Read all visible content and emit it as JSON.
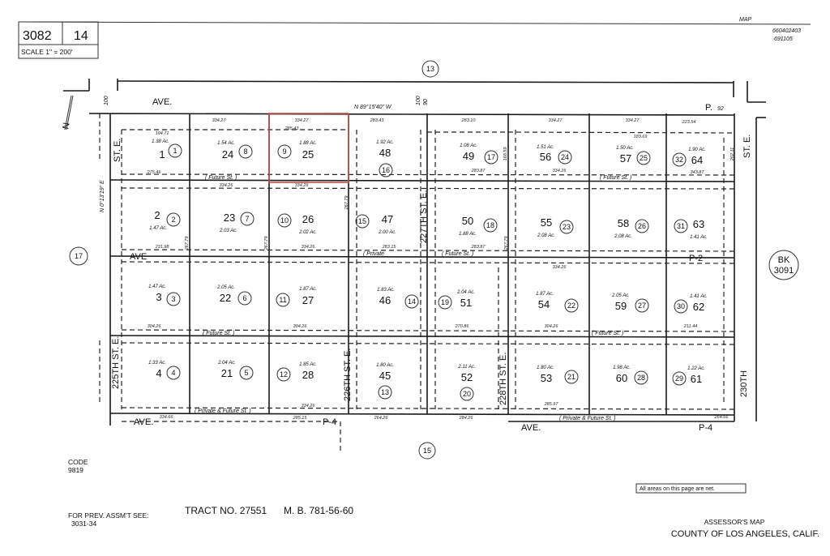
{
  "header": {
    "map_book": "3082",
    "page": "14",
    "scale": "SCALE 1\" = 200'",
    "stamp_top": "MAP",
    "stamp_line1": "660402403",
    "stamp_line2": "691105"
  },
  "adjacent_pages": {
    "north": "13",
    "west": "17",
    "south": "15",
    "east_book": "BK",
    "east_book_num": "3091"
  },
  "streets": {
    "top_ave": "AVE.",
    "bearing_top": "N 89°15'40\" W",
    "p_top": "P.",
    "p_top_width": "92",
    "st_e_left": "ST. E.",
    "st_e_right": "ST. E.",
    "st_227": "227TH ST. E.",
    "ave_mid": "AVE",
    "p2": "P-2",
    "st_225": "225TH ST. E.",
    "st_226": "226TH ST. E.",
    "st_228": "228TH ST. E.",
    "st_230": "230TH",
    "ave_bottom_left": "AVE.",
    "p4_left": "P-4",
    "ave_bottom_mid": "AVE.",
    "p4_right": "P-4",
    "bearing_left": "N 0°13'19\" E",
    "width_100": "100",
    "width_90": "90"
  },
  "annotations": {
    "future_st": "( Future  St. )",
    "private_future": "( Private  &  Future St. )",
    "private": "( Private",
    "future": "( Future St. )"
  },
  "parcels": [
    {
      "lot": "1",
      "parcel": "1",
      "acres": "1.38 Ac."
    },
    {
      "lot": "24",
      "parcel": "8",
      "acres": "1.54 Ac."
    },
    {
      "lot": "25",
      "parcel": "9",
      "acres": "1.88 Ac."
    },
    {
      "lot": "48",
      "parcel": "16",
      "acres": "1.92 Ac."
    },
    {
      "lot": "49",
      "parcel": "17",
      "acres": "1.08 Ac."
    },
    {
      "lot": "56",
      "parcel": "24",
      "acres": "1.51 Ac."
    },
    {
      "lot": "57",
      "parcel": "25",
      "acres": "1.50 Ac."
    },
    {
      "lot": "64",
      "parcel": "32",
      "acres": "1.90 Ac."
    },
    {
      "lot": "2",
      "parcel": "2",
      "acres": "1.47 Ac."
    },
    {
      "lot": "23",
      "parcel": "7",
      "acres": "2.03 Ac."
    },
    {
      "lot": "26",
      "parcel": "10",
      "acres": "2.02 Ac."
    },
    {
      "lot": "47",
      "parcel": "15",
      "acres": "2.00 Ac."
    },
    {
      "lot": "50",
      "parcel": "18",
      "acres": "1.88 Ac."
    },
    {
      "lot": "55",
      "parcel": "23",
      "acres": "2.08 Ac."
    },
    {
      "lot": "58",
      "parcel": "26",
      "acres": "2.08 Ac."
    },
    {
      "lot": "63",
      "parcel": "31",
      "acres": "1.41 Ac."
    },
    {
      "lot": "3",
      "parcel": "3",
      "acres": "1.47 Ac."
    },
    {
      "lot": "22",
      "parcel": "6",
      "acres": "2.05 Ac."
    },
    {
      "lot": "27",
      "parcel": "11",
      "acres": "1.87 Ac."
    },
    {
      "lot": "46",
      "parcel": "14",
      "acres": "1.83 Ac."
    },
    {
      "lot": "51",
      "parcel": "19",
      "acres": "2.04 Ac."
    },
    {
      "lot": "54",
      "parcel": "22",
      "acres": "1.87 Ac."
    },
    {
      "lot": "59",
      "parcel": "27",
      "acres": "2.05 Ac."
    },
    {
      "lot": "62",
      "parcel": "30",
      "acres": "1.41 Ac."
    },
    {
      "lot": "4",
      "parcel": "4",
      "acres": "1.33 Ac."
    },
    {
      "lot": "21",
      "parcel": "5",
      "acres": "2.04 Ac."
    },
    {
      "lot": "28",
      "parcel": "12",
      "acres": "1.85 Ac."
    },
    {
      "lot": "45",
      "parcel": "13",
      "acres": "1.80 Ac."
    },
    {
      "lot": "52",
      "parcel": "20",
      "acres": "2.11 Ac."
    },
    {
      "lot": "53",
      "parcel": "21",
      "acres": "1.80 Ac."
    },
    {
      "lot": "60",
      "parcel": "28",
      "acres": "1.98 Ac."
    },
    {
      "lot": "61",
      "parcel": "29",
      "acres": "1.22 Ac."
    }
  ],
  "dimensions": [
    "334.27",
    "334.27",
    "283.43",
    "283.10",
    "334.27",
    "334.27",
    "223.54",
    "285.43",
    "194.71",
    "334.26",
    "275.46",
    "334.26",
    "283.87",
    "334.26",
    "343.87",
    "183.69",
    "267.79",
    "267.79",
    "267.79",
    "267.79",
    "334.26",
    "283.15",
    "283.87",
    "334.26",
    "231.98",
    "304.26",
    "270.86",
    "304.26",
    "304.26",
    "211.44",
    "334.26",
    "285.15",
    "264.26",
    "284.26",
    "285.97",
    "334.66",
    "264.66",
    "202.11",
    "168.59"
  ],
  "highlight_color": "#c0504d",
  "footer": {
    "code_label": "CODE",
    "code_value": "9819",
    "prev_label": "FOR PREV. ASSM'T SEE:",
    "prev_value": "3031-34",
    "tract": "TRACT NO. 27551",
    "mb": "M. B. 781-56-60",
    "net_note": "All areas on this page are net.",
    "map_title": "ASSESSOR'S MAP",
    "county": "COUNTY OF LOS ANGELES, CALIF."
  }
}
